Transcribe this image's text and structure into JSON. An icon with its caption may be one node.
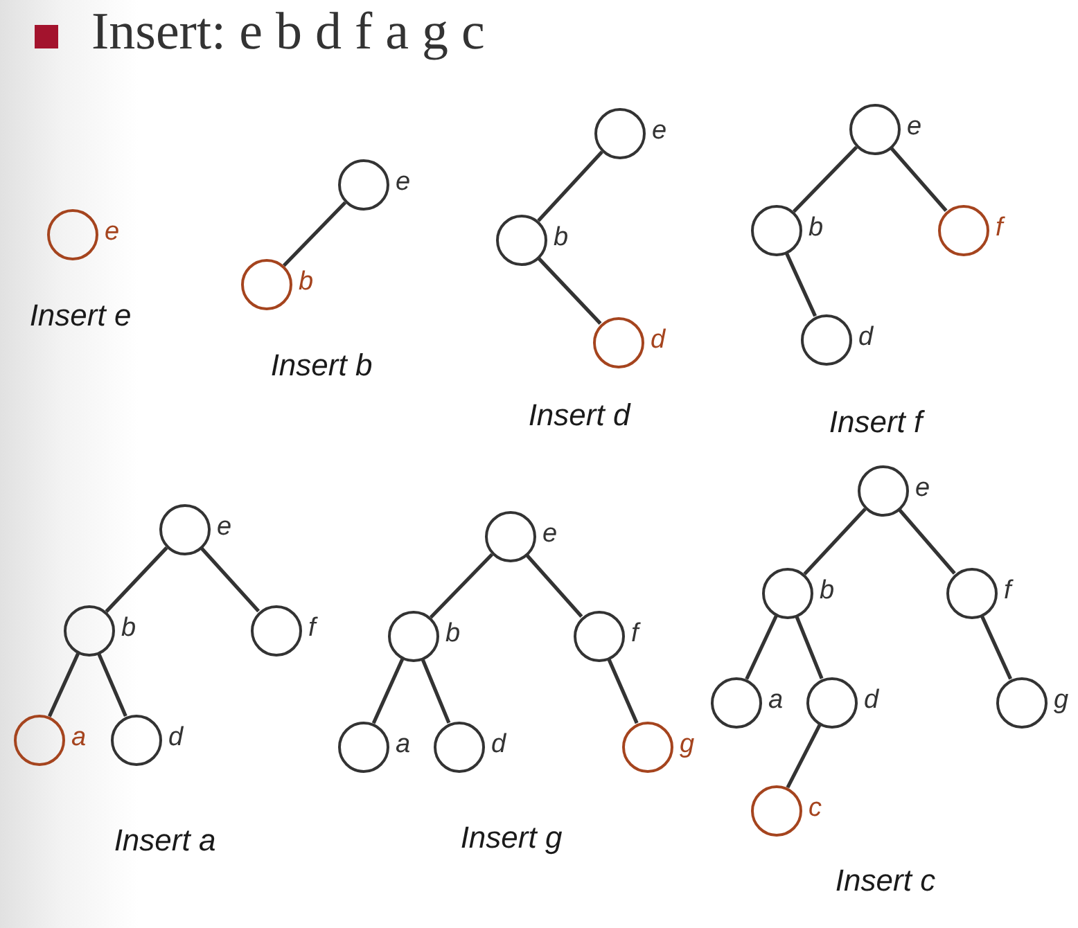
{
  "diagram": {
    "title": "Insert: e b d f a g c",
    "nodes": [
      {
        "text": [],
        "shape": "circle",
        "beside": [
          "e"
        ]
      },
      {
        "text": [],
        "shape": "circle",
        "beside": [
          "e"
        ]
      },
      {
        "text": [],
        "shape": "circle",
        "beside": [
          "b"
        ]
      },
      {
        "text": [],
        "shape": "circle",
        "beside": [
          "e"
        ]
      },
      {
        "text": [],
        "shape": "circle",
        "beside": [
          "b"
        ]
      },
      {
        "text": [],
        "shape": "circle",
        "beside": [
          "d"
        ]
      },
      {
        "text": [],
        "shape": "circle",
        "beside": [
          "e"
        ]
      },
      {
        "text": [],
        "shape": "circle",
        "beside": [
          "b"
        ]
      },
      {
        "text": [],
        "shape": "circle",
        "beside": [
          "f"
        ]
      },
      {
        "text": [],
        "shape": "circle",
        "beside": [
          "d"
        ]
      },
      {
        "text": [],
        "shape": "circle",
        "beside": [
          "e"
        ]
      },
      {
        "text": [],
        "shape": "circle",
        "beside": [
          "b"
        ]
      },
      {
        "text": [],
        "shape": "circle",
        "beside": [
          "f"
        ]
      },
      {
        "text": [],
        "shape": "circle",
        "beside": [
          "a"
        ]
      },
      {
        "text": [],
        "shape": "circle",
        "beside": [
          "d"
        ]
      },
      {
        "text": [],
        "shape": "circle",
        "beside": [
          "e"
        ]
      },
      {
        "text": [],
        "shape": "circle",
        "beside": [
          "b"
        ]
      },
      {
        "text": [],
        "shape": "circle",
        "beside": [
          "f"
        ]
      },
      {
        "text": [],
        "shape": "circle",
        "beside": [
          "a"
        ]
      },
      {
        "text": [],
        "shape": "circle",
        "beside": [
          "d"
        ]
      },
      {
        "text": [],
        "shape": "circle",
        "beside": [
          "g"
        ]
      },
      {
        "text": [],
        "shape": "circle",
        "beside": [
          "e"
        ]
      },
      {
        "text": [],
        "shape": "circle",
        "beside": [
          "b"
        ]
      },
      {
        "text": [],
        "shape": "circle",
        "beside": [
          "f"
        ]
      },
      {
        "text": [],
        "shape": "circle",
        "beside": [
          "a"
        ]
      },
      {
        "text": [],
        "shape": "circle",
        "beside": [
          "d"
        ]
      },
      {
        "text": [],
        "shape": "circle",
        "beside": [
          "g"
        ]
      },
      {
        "text": [],
        "shape": "circle",
        "beside": [
          "c"
        ]
      }
    ],
    "edges": [
      {
        "from": 1,
        "to": 2,
        "arrow": "none"
      },
      {
        "from": 3,
        "to": 4,
        "arrow": "none"
      },
      {
        "from": 4,
        "to": 5,
        "arrow": "none"
      },
      {
        "from": 6,
        "to": 7,
        "arrow": "none"
      },
      {
        "from": 6,
        "to": 8,
        "arrow": "none"
      },
      {
        "from": 7,
        "to": 9,
        "arrow": "none"
      },
      {
        "from": 10,
        "to": 11,
        "arrow": "none"
      },
      {
        "from": 10,
        "to": 12,
        "arrow": "none"
      },
      {
        "from": 11,
        "to": 13,
        "arrow": "none"
      },
      {
        "from": 11,
        "to": 14,
        "arrow": "none"
      },
      {
        "from": 15,
        "to": 16,
        "arrow": "none"
      },
      {
        "from": 15,
        "to": 17,
        "arrow": "none"
      },
      {
        "from": 16,
        "to": 18,
        "arrow": "none"
      },
      {
        "from": 16,
        "to": 19,
        "arrow": "none"
      },
      {
        "from": 17,
        "to": 20,
        "arrow": "none"
      },
      {
        "from": 21,
        "to": 22,
        "arrow": "none"
      },
      {
        "from": 21,
        "to": 23,
        "arrow": "none"
      },
      {
        "from": 22,
        "to": 24,
        "arrow": "none"
      },
      {
        "from": 22,
        "to": 25,
        "arrow": "none"
      },
      {
        "from": 23,
        "to": 26,
        "arrow": "none"
      },
      {
        "from": 25,
        "to": 27,
        "arrow": "none"
      }
    ],
    "labels": [
      "Insert e",
      "Insert b",
      "Insert d",
      "Insert f",
      "Insert a",
      "Insert g",
      "Insert c"
    ]
  }
}
